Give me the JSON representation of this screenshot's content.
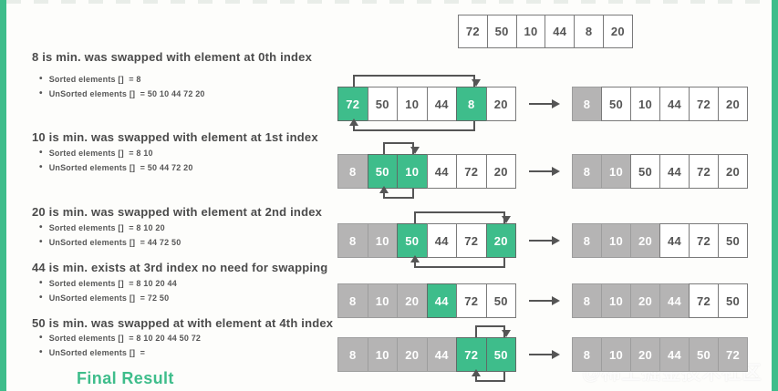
{
  "page": {
    "background": "#fdfdfb",
    "accent_green": "#3ebd8b",
    "sorted_gray": "#b5b4b4",
    "watermark": "@稀土掘金技术社区"
  },
  "initial_array": [
    "72",
    "50",
    "10",
    "44",
    "8",
    "20"
  ],
  "final_result_label": "Final Result",
  "steps": [
    {
      "heading": "8 is min. was swapped with element at 0th index",
      "bullets": [
        "Sorted elements []  = 8",
        "UnSorted elements []  = 50 10 44 72 20"
      ],
      "before": {
        "values": [
          "72",
          "50",
          "10",
          "44",
          "8",
          "20"
        ],
        "green": [
          0,
          4
        ],
        "gray": []
      },
      "swap": {
        "from": 0,
        "to": 4
      },
      "after": {
        "values": [
          "8",
          "50",
          "10",
          "44",
          "72",
          "20"
        ],
        "gray": [
          0
        ]
      }
    },
    {
      "heading": "10 is min. was swapped with element at 1st index",
      "bullets": [
        "Sorted elements []  = 8 10",
        "UnSorted elements []  = 50 44 72 20"
      ],
      "before": {
        "values": [
          "8",
          "50",
          "10",
          "44",
          "72",
          "20"
        ],
        "green": [
          1,
          2
        ],
        "gray": [
          0
        ]
      },
      "swap": {
        "from": 1,
        "to": 2
      },
      "after": {
        "values": [
          "8",
          "10",
          "50",
          "44",
          "72",
          "20"
        ],
        "gray": [
          0,
          1
        ]
      }
    },
    {
      "heading": "20 is min. was swapped with element at 2nd index",
      "bullets": [
        "Sorted elements []  = 8 10 20",
        "UnSorted elements []  = 44 72 50"
      ],
      "before": {
        "values": [
          "8",
          "10",
          "50",
          "44",
          "72",
          "20"
        ],
        "green": [
          2,
          5
        ],
        "gray": [
          0,
          1
        ]
      },
      "swap": {
        "from": 2,
        "to": 5
      },
      "after": {
        "values": [
          "8",
          "10",
          "20",
          "44",
          "72",
          "50"
        ],
        "gray": [
          0,
          1,
          2
        ]
      }
    },
    {
      "heading": "44 is min. exists at 3rd index no need for swapping",
      "bullets": [
        "Sorted elements []  = 8 10 20 44",
        "UnSorted elements []  = 72 50"
      ],
      "before": {
        "values": [
          "8",
          "10",
          "20",
          "44",
          "72",
          "50"
        ],
        "green": [
          3
        ],
        "gray": [
          0,
          1,
          2
        ]
      },
      "swap": null,
      "after": {
        "values": [
          "8",
          "10",
          "20",
          "44",
          "72",
          "50"
        ],
        "gray": [
          0,
          1,
          2,
          3
        ]
      }
    },
    {
      "heading": "50 is min. was swapped at with element at 4th index",
      "bullets": [
        "Sorted elements []  = 8 10 20 44 50 72",
        "UnSorted elements []  ="
      ],
      "before": {
        "values": [
          "8",
          "10",
          "20",
          "44",
          "72",
          "50"
        ],
        "green": [
          4,
          5
        ],
        "gray": [
          0,
          1,
          2,
          3
        ]
      },
      "swap": {
        "from": 4,
        "to": 5
      },
      "after": {
        "values": [
          "8",
          "10",
          "20",
          "44",
          "50",
          "72"
        ],
        "gray": [
          0,
          1,
          2,
          3,
          4,
          5
        ]
      }
    }
  ]
}
